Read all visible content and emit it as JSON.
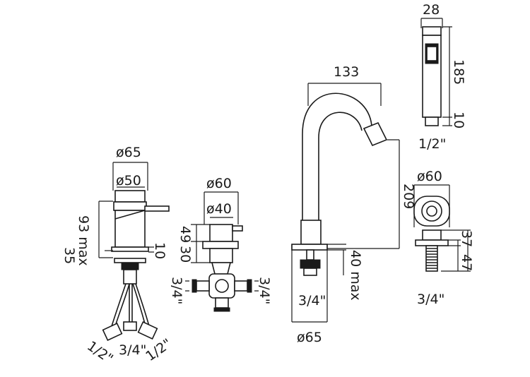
{
  "basin_control": {
    "dia_outer": "ø65",
    "dia_inner": "ø50",
    "height_93_max": "93 max",
    "height_35": "35",
    "dim_10": "10",
    "conn_left": "1/2\"",
    "conn_mid": "3/4\"",
    "conn_right": "1/2\""
  },
  "diverter": {
    "dia_outer": "ø60",
    "dia_inner": "ø40",
    "dim_49": "49",
    "dim_30": "30",
    "conn_left": "3/4\"",
    "conn_right": "3/4\""
  },
  "spout": {
    "reach": "133",
    "height": "209",
    "dim_40_max": "40 max",
    "conn": "3/4\"",
    "base_dia": "ø65"
  },
  "handshower": {
    "width": "28",
    "length": "185",
    "dim_10": "10",
    "conn": "1/2\""
  },
  "wall_outlet": {
    "dia": "ø60",
    "dim_37": "37",
    "dim_47": "47",
    "conn": "3/4\""
  }
}
